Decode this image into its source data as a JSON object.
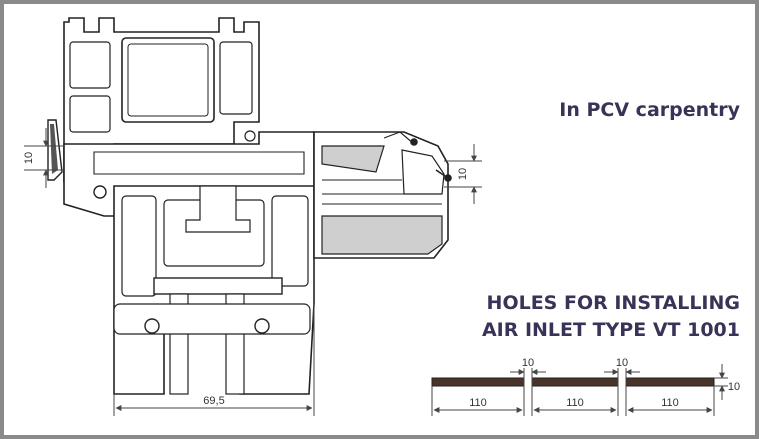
{
  "title_primary": "In PCV carpentry",
  "heading_line1": "HOLES FOR INSTALLING",
  "heading_line2": "AIR INLET TYPE VT 1001",
  "dimensions": {
    "left_offset": "10",
    "right_offset": "10",
    "profile_width": "69,5",
    "slot_gap_1": "10",
    "slot_gap_2": "10",
    "slot_height": "10",
    "slot_length_1": "110",
    "slot_length_2": "110",
    "slot_length_3": "110"
  },
  "colors": {
    "heading": "#3a3358",
    "slot_fill": "#4a3428",
    "profile_fill": "#ffffff",
    "vent_fill": "#cfcfcf"
  }
}
